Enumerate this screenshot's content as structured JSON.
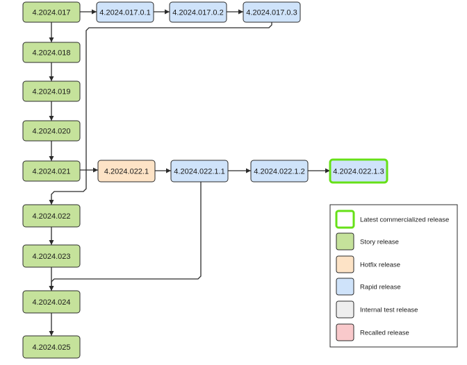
{
  "colors": {
    "story": "#c5e29b",
    "hotfix": "#fde3c6",
    "rapid": "#cfe3fa",
    "internal": "#eeeeee",
    "recalled": "#f9c9cb",
    "latest_border": "#66e017",
    "node_border": "#2b2b2b",
    "edge": "#2b2b2b"
  },
  "nodes": [
    {
      "id": "s017",
      "label": "4.2024.017",
      "type": "story"
    },
    {
      "id": "s018",
      "label": "4.2024.018",
      "type": "story"
    },
    {
      "id": "s019",
      "label": "4.2024.019",
      "type": "story"
    },
    {
      "id": "s020",
      "label": "4.2024.020",
      "type": "story"
    },
    {
      "id": "s021",
      "label": "4.2024.021",
      "type": "story"
    },
    {
      "id": "s022",
      "label": "4.2024.022",
      "type": "story"
    },
    {
      "id": "s023",
      "label": "4.2024.023",
      "type": "story"
    },
    {
      "id": "s024",
      "label": "4.2024.024",
      "type": "story"
    },
    {
      "id": "s025",
      "label": "4.2024.025",
      "type": "story"
    },
    {
      "id": "r01701",
      "label": "4.2024.017.0.1",
      "type": "rapid"
    },
    {
      "id": "r01702",
      "label": "4.2024.017.0.2",
      "type": "rapid"
    },
    {
      "id": "r01703",
      "label": "4.2024.017.0.3",
      "type": "rapid"
    },
    {
      "id": "h0221",
      "label": "4.2024.022.1",
      "type": "hotfix"
    },
    {
      "id": "r02211",
      "label": "4.2024.022.1.1",
      "type": "rapid"
    },
    {
      "id": "r02212",
      "label": "4.2024.022.1.2",
      "type": "rapid"
    },
    {
      "id": "r02213",
      "label": "4.2024.022.1.3",
      "type": "rapid",
      "latest": true
    }
  ],
  "edges": [
    {
      "from": "s017",
      "to": "s018"
    },
    {
      "from": "s018",
      "to": "s019"
    },
    {
      "from": "s019",
      "to": "s020"
    },
    {
      "from": "s020",
      "to": "s021"
    },
    {
      "from": "s022",
      "to": "s023"
    },
    {
      "from": "s024",
      "to": "s025"
    },
    {
      "from": "s017",
      "to": "r01701"
    },
    {
      "from": "r01701",
      "to": "r01702"
    },
    {
      "from": "r01702",
      "to": "r01703"
    },
    {
      "from": "r01703",
      "to": "s022"
    },
    {
      "from": "s021",
      "to": "h0221"
    },
    {
      "from": "h0221",
      "to": "r02211"
    },
    {
      "from": "r02211",
      "to": "r02212"
    },
    {
      "from": "r02212",
      "to": "r02213"
    },
    {
      "from": "r02211",
      "to": "s024"
    },
    {
      "from": "s023",
      "to": "s024"
    }
  ],
  "legend": [
    {
      "key": "latest",
      "label": "Latest commercialized release"
    },
    {
      "key": "story",
      "label": "Story release"
    },
    {
      "key": "hotfix",
      "label": "Hotfix release"
    },
    {
      "key": "rapid",
      "label": "Rapid release"
    },
    {
      "key": "internal",
      "label": "Internal test release"
    },
    {
      "key": "recalled",
      "label": "Recalled release"
    }
  ]
}
